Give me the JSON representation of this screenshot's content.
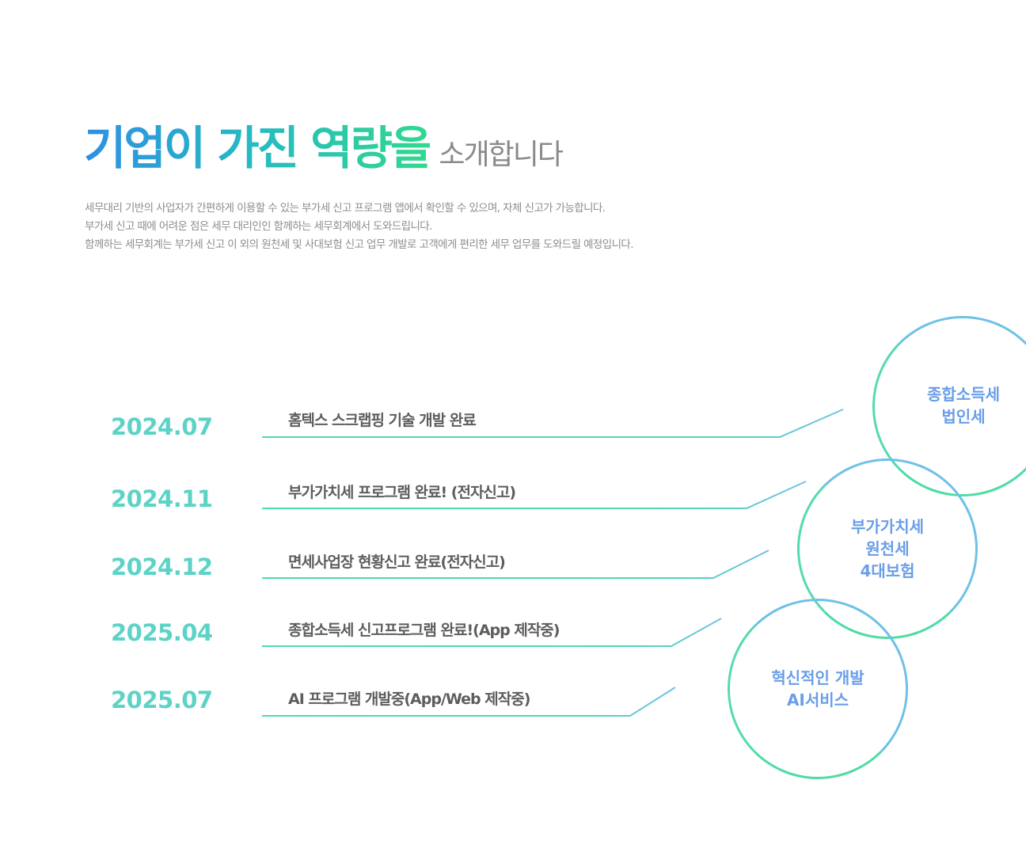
{
  "header": {
    "highlight": "기업이 가진 역량을",
    "suffix": "소개합니다"
  },
  "description": [
    "세무대리 기반의 사업자가 간편하게 이용할 수 있는 부가세 신고 프로그램  앱에서 확인할 수 있으며, 자체 신고가 가능합니다.",
    "부가세 신고 때에 어려운 점은 세무 대리인인 함께하는 세무회계에서 도와드립니다.",
    "함께하는 세무회계는 부가세 신고 이 외의 원천세 및 사대보험 신고 업무 개발로  고객에게 편리한 세무 업무를 도와드릴 예정입니다."
  ],
  "timeline": [
    {
      "date": "2024.07",
      "label": "홈텍스 스크랩핑 기술 개발 완료"
    },
    {
      "date": "2024.11",
      "label": "부가가치세 프로그램 완료! (전자신고)"
    },
    {
      "date": "2024.12",
      "label": "면세사업장 현황신고 완료(전자신고)"
    },
    {
      "date": "2025.04",
      "label": "종합소득세 신고프로그램 완료!(App 제작중)"
    },
    {
      "date": "2025.07",
      "label": "AI 프로그램 개발중(App/Web 제작중)"
    }
  ],
  "circles": [
    {
      "lines": [
        "종합소득세",
        "법인세"
      ]
    },
    {
      "lines": [
        "부가가치세",
        "원천세",
        "4대보험"
      ]
    },
    {
      "lines": [
        "혁신적인 개발",
        "AI서비스"
      ]
    }
  ],
  "colors": {
    "gradient_start": "#2f8fe3",
    "gradient_end": "#31d98d",
    "date": "#5dd3c6",
    "circle_text": "#6a9ee8",
    "line_green": "#4fdca3",
    "line_blue": "#6fc1e6"
  }
}
